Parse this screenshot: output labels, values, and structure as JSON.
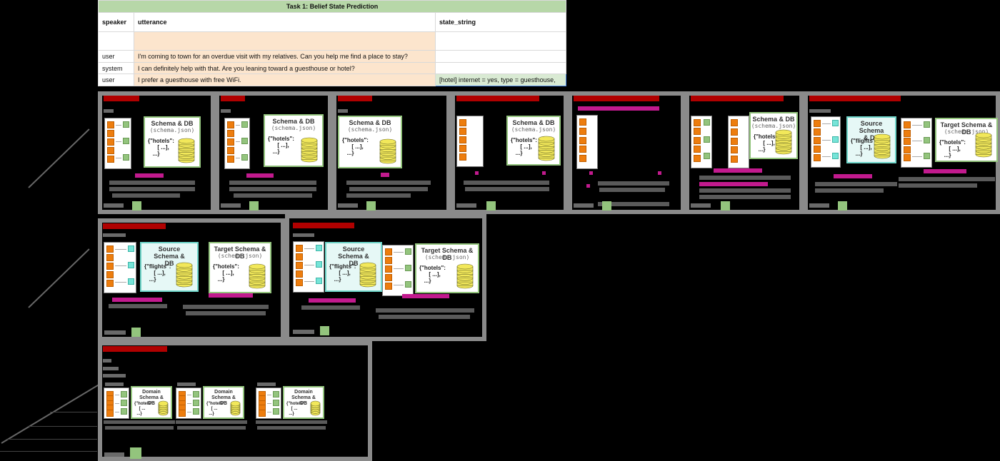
{
  "task_table": {
    "title": "Task 1: Belief State Prediction",
    "headers": [
      "speaker",
      "utterance",
      "state_string"
    ],
    "rows": [
      {
        "speaker": "user",
        "utterance": "I'm coming to town for an overdue visit with my relatives. Can you help me find a place to stay?",
        "state": ""
      },
      {
        "speaker": "system",
        "utterance": "I can definitely help with that. Are you leaning toward a guesthouse or hotel?",
        "state": ""
      },
      {
        "speaker": "user",
        "utterance": "I prefer a guesthouse with free WiFi.",
        "state": "[hotel] internet = yes, type = guesthouse,"
      }
    ]
  },
  "schema_card": {
    "title": "Schema & DB",
    "file": "(schema.json)",
    "code": "{\"hotels\":\n      [ ...],\n   ...}"
  },
  "source_card": {
    "title": "Source Schema & DB",
    "code": "{\"flights\":\n      [ ...],\n   ...}"
  },
  "target_card": {
    "title": "Target Schema & DB",
    "file": "(schema.json)",
    "code": "{\"hotels\":\n      [ ...],\n   ...}"
  },
  "domain_card": {
    "title": "Domain Schema & DB",
    "code": "{\"hotels\":\n    [ ...\n  ...}"
  },
  "colors": {
    "background": "#000000",
    "panel_border": "#8a8a8a",
    "panel_title": "#b00000",
    "api_square": "#ed7d0e",
    "api_output": "#93c47d",
    "api_output_teal": "#76e4d8",
    "highlight": "#c21a8e",
    "db_fill": "#f2e85a"
  }
}
